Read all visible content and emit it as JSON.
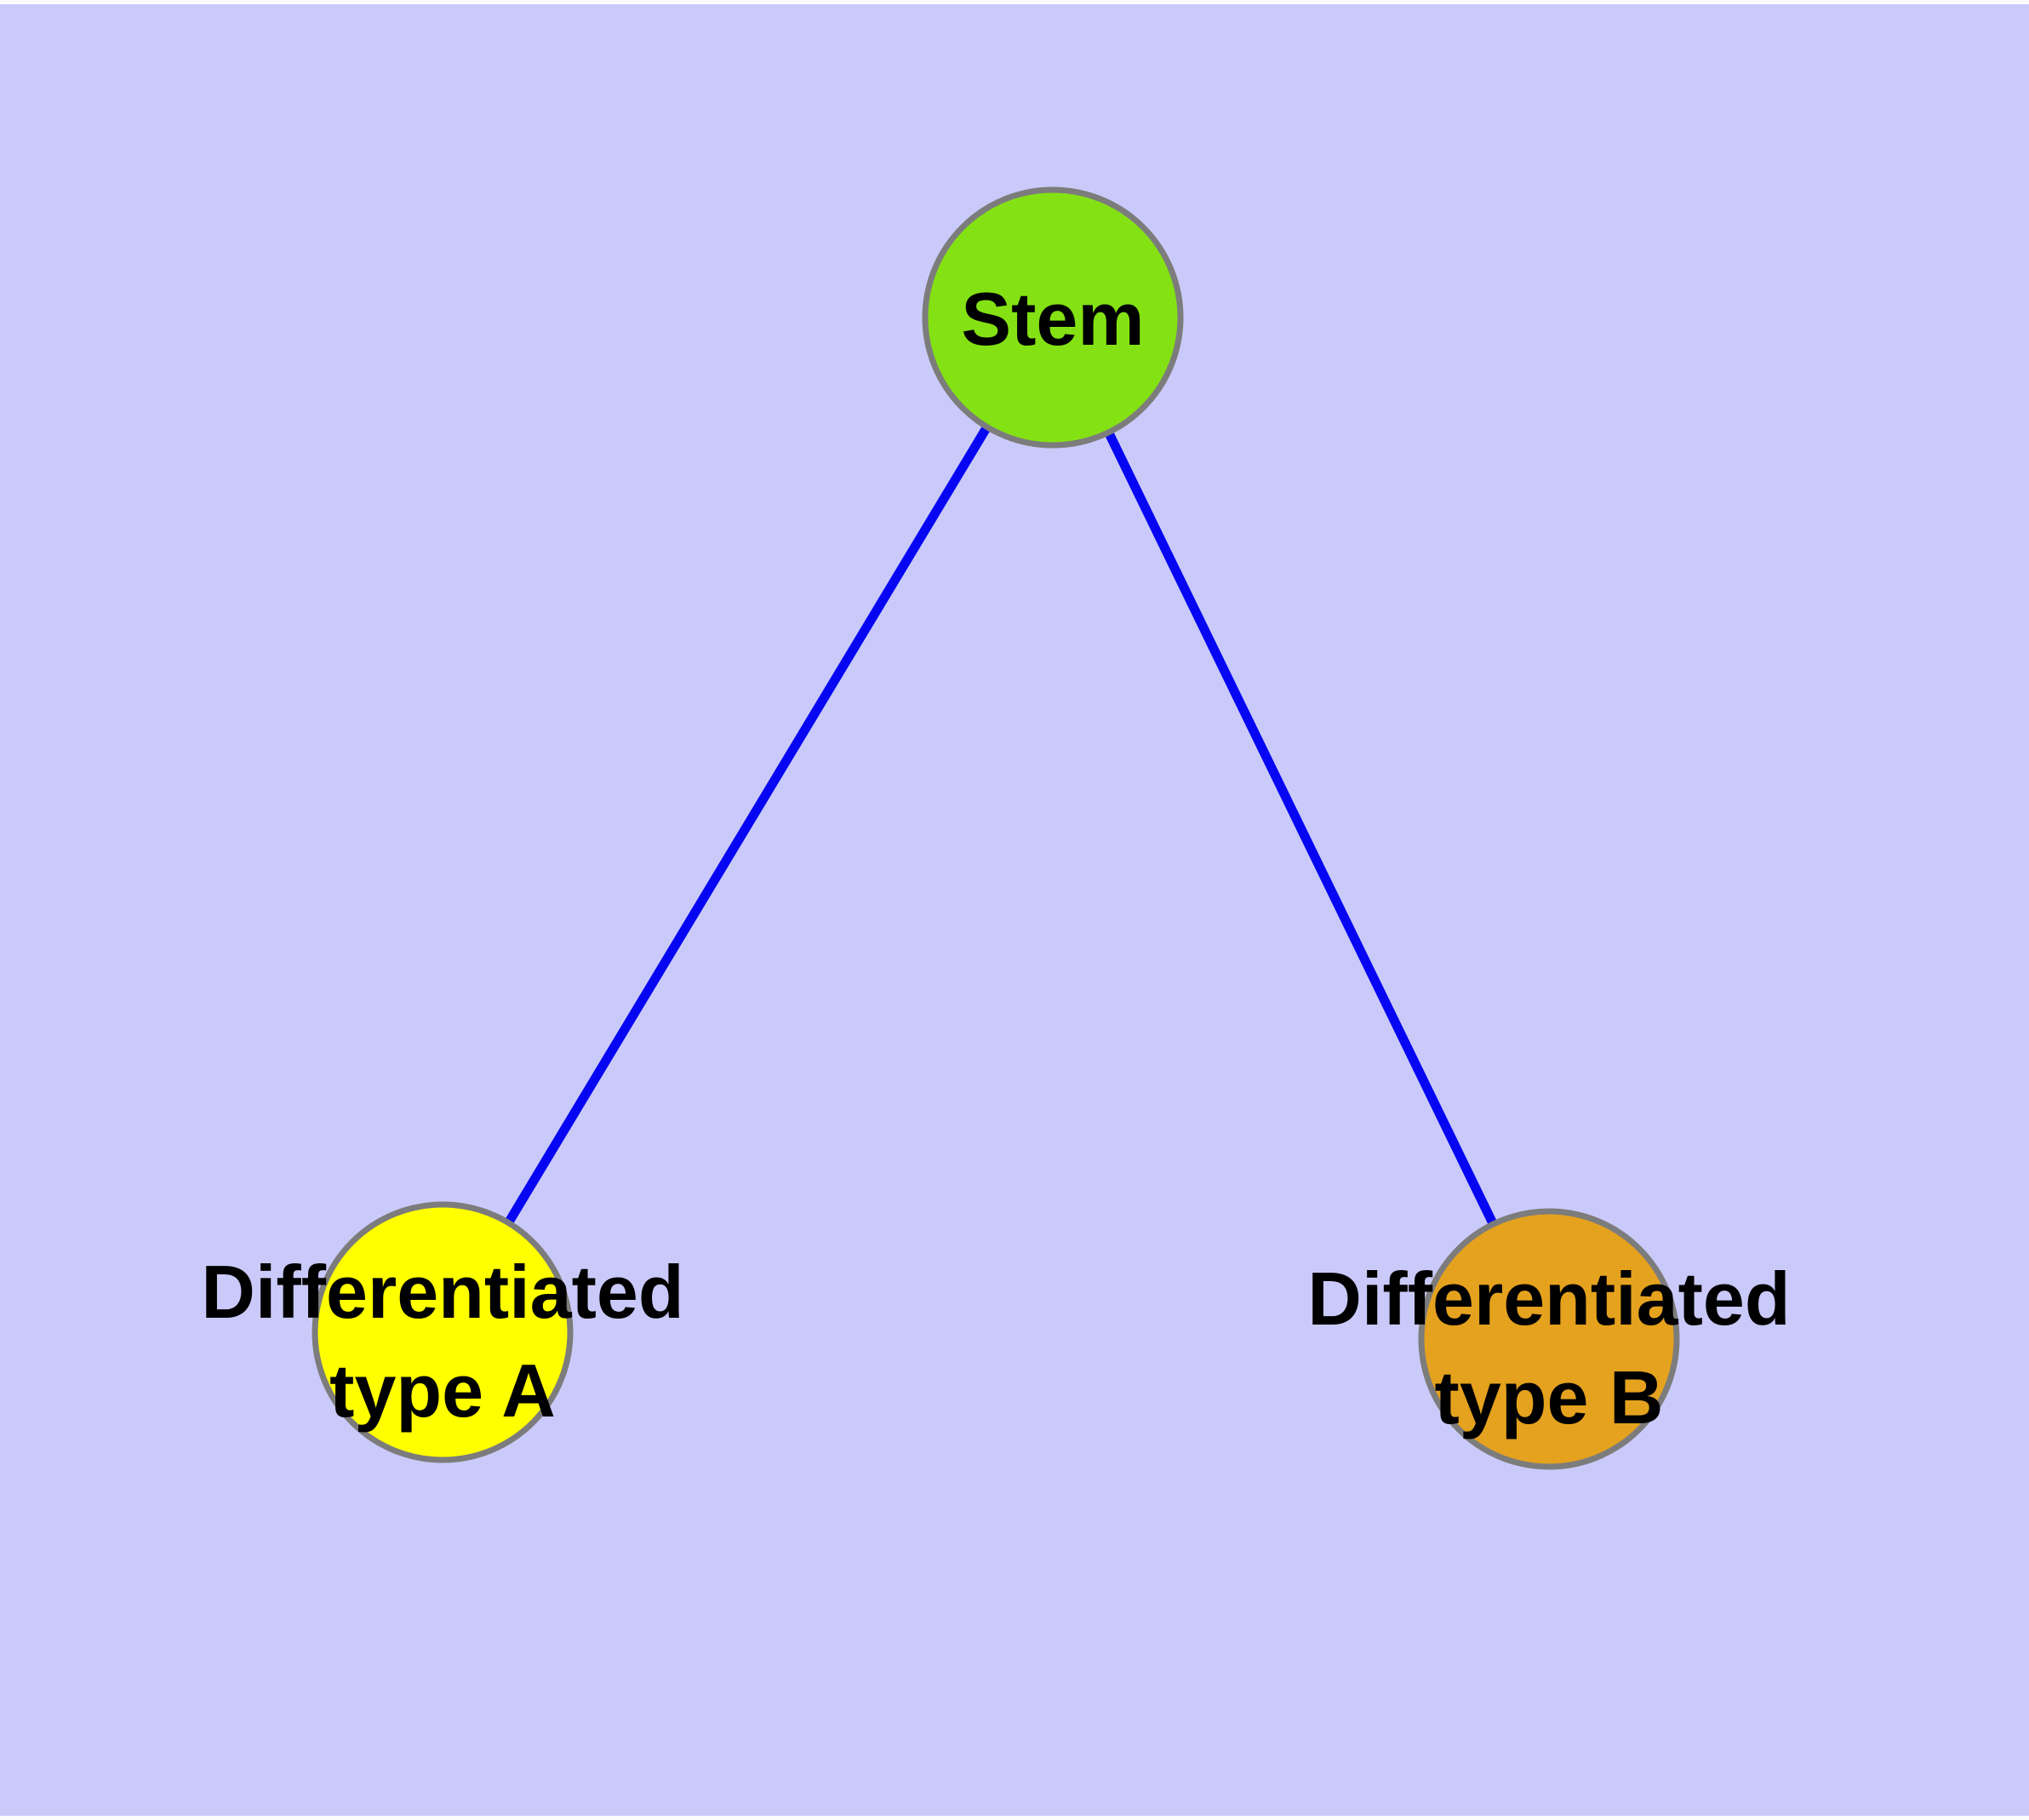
{
  "diagram": {
    "type": "node-link-graph",
    "background_color": "#cacafa",
    "edge_color": "#0606f2",
    "node_border_color": "#7c7c7c",
    "label_color": "#000000",
    "screen_edge_strip_color": "#fbfbfd",
    "nodes": {
      "stem": {
        "label": "Stem",
        "color": "#84e214"
      },
      "type_a": {
        "label_line1": "Differentiated",
        "label_line2": "type A",
        "full_label": "Differentiated type A",
        "color": "#ffff00"
      },
      "type_b": {
        "label_line1": "Differentiated",
        "label_line2": "type B",
        "full_label": "Differentiated type B",
        "color": "#e5a21e"
      }
    },
    "edges": [
      {
        "from": "Stem",
        "to": "Differentiated type A"
      },
      {
        "from": "Stem",
        "to": "Differentiated type B"
      }
    ]
  }
}
